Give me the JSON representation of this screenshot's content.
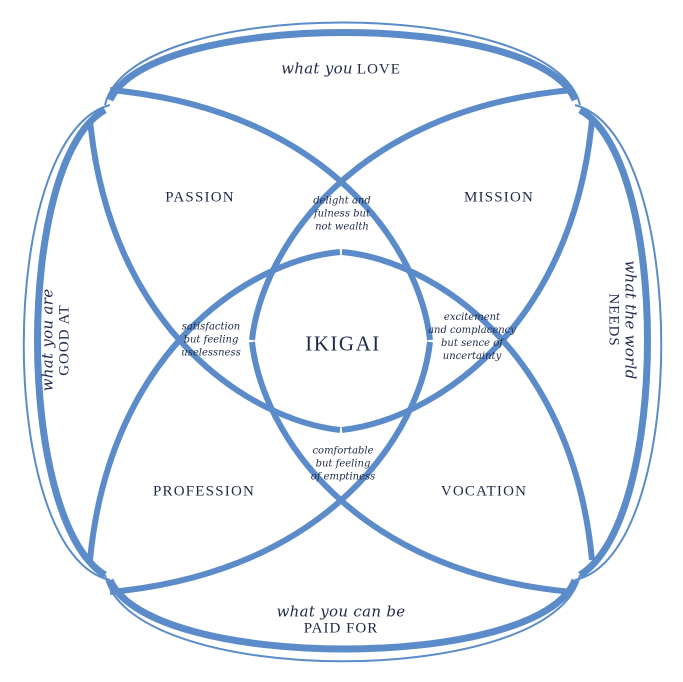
{
  "outer": {
    "top": {
      "line1": "what you",
      "line2": "LOVE"
    },
    "right": {
      "line1": "what the world",
      "line2": "NEEDS"
    },
    "bottom": {
      "line1": "what you can be",
      "line2": "PAID FOR"
    },
    "left": {
      "line1": "what you are",
      "line2": "GOOD AT"
    }
  },
  "regions": {
    "passion": "PASSION",
    "mission": "MISSION",
    "profession": "PROFESSION",
    "vocation": "VOCATION"
  },
  "center": "IKIGAI",
  "pairs": {
    "top": [
      "delight and",
      "fulness but",
      "not wealth"
    ],
    "left": [
      "satisfaction",
      "but feeling",
      "uselessness"
    ],
    "right": [
      "excitement",
      "and complacency",
      "but sence of",
      "uncertainty"
    ],
    "bottom": [
      "comfortable",
      "but feeling",
      "of emptiness"
    ]
  },
  "colors": {
    "stroke": "#5b8cc9",
    "text": "#1f2a4a",
    "background": "#ffffff"
  }
}
